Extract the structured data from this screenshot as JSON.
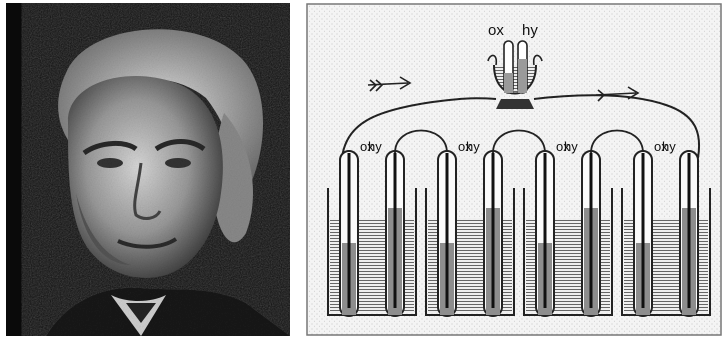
{
  "figure": {
    "portrait": {
      "kind": "photograph",
      "subject": "portrait"
    },
    "diagram": {
      "top_cell": {
        "ox_label": "ox",
        "hy_label": "hy"
      },
      "cells": [
        {
          "ox_label": "ox",
          "hy_label": "hy"
        },
        {
          "ox_label": "ox",
          "hy_label": "hy"
        },
        {
          "ox_label": "ox",
          "hy_label": "hy"
        },
        {
          "ox_label": "ox",
          "hy_label": "hy"
        }
      ]
    }
  }
}
